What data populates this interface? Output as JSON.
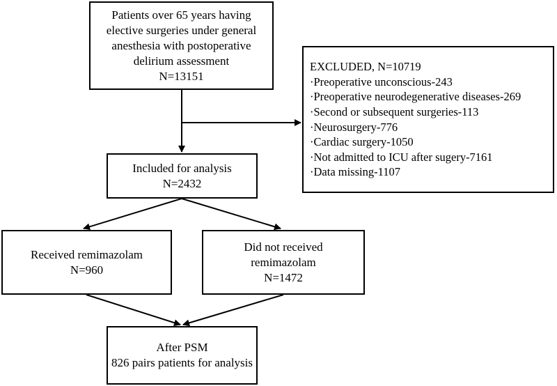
{
  "flowchart": {
    "start": {
      "lines": [
        "Patients over 65 years having",
        "elective surgeries under general",
        "anesthesia with postoperative",
        "delirium assessment",
        "N=13151"
      ]
    },
    "excluded": {
      "title": "EXCLUDED, N=10719",
      "items": [
        "·Preoperative unconscious-243",
        "·Preoperative neurodegenerative diseases-269",
        "·Second or subsequent surgeries-113",
        "·Neurosurgery-776",
        "·Cardiac surgery-1050",
        "·Not admitted to ICU after sugery-7161",
        "·Data missing-1107"
      ]
    },
    "included": {
      "lines": [
        "Included for analysis",
        "N=2432"
      ]
    },
    "received": {
      "lines": [
        "Received remimazolam",
        "N=960"
      ]
    },
    "not_received": {
      "lines": [
        "Did not received",
        "remimazolam",
        "N=1472"
      ]
    },
    "after_psm": {
      "lines": [
        "After PSM",
        "826 pairs patients for analysis"
      ]
    }
  }
}
